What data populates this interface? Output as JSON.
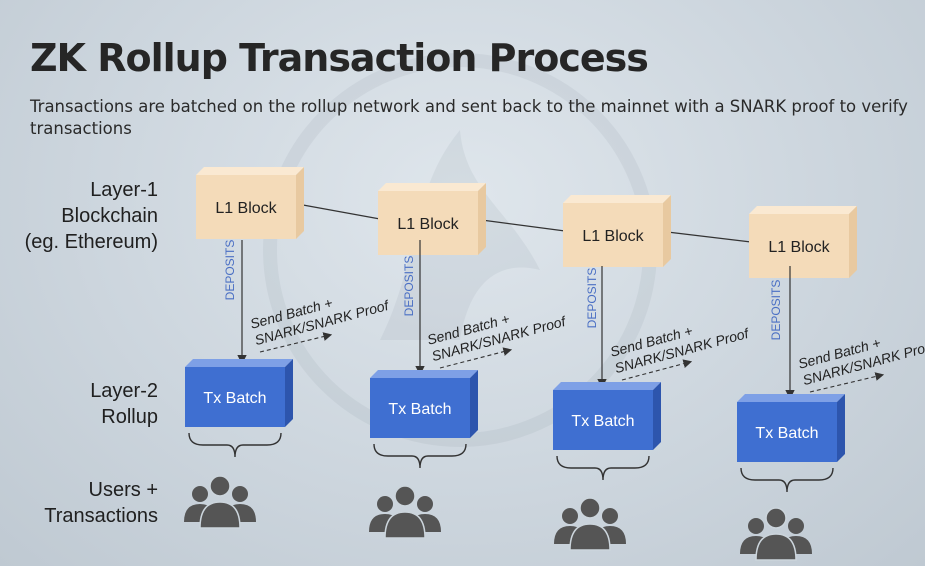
{
  "header": {
    "title": "ZK Rollup Transaction Process",
    "subtitle": "Transactions are batched on the rollup network and sent back to the mainnet with a SNARK proof to verify transactions"
  },
  "labels": {
    "layer1": [
      "Layer-1",
      "Blockchain",
      "(eg. Ethereum)"
    ],
    "layer2": [
      "Layer-2",
      "Rollup"
    ],
    "users": [
      "Users +",
      "Transactions"
    ]
  },
  "columns": [
    {
      "l1_block": "L1 Block",
      "deposits": "DEPOSITS",
      "send_line1": "Send Batch +",
      "send_line2": "SNARK/SNARK Proof",
      "tx_batch": "Tx Batch"
    },
    {
      "l1_block": "L1 Block",
      "deposits": "DEPOSITS",
      "send_line1": "Send Batch +",
      "send_line2": "SNARK/SNARK Proof",
      "tx_batch": "Tx Batch"
    },
    {
      "l1_block": "L1 Block",
      "deposits": "DEPOSITS",
      "send_line1": "Send Batch +",
      "send_line2": "SNARK/SNARK Proof",
      "tx_batch": "Tx Batch"
    },
    {
      "l1_block": "L1 Block",
      "deposits": "DEPOSITS",
      "send_line1": "Send Batch +",
      "send_line2": "SNARK/SNARK Proof",
      "tx_batch": "Tx Batch"
    }
  ],
  "colors": {
    "l1_front": "#f4dbb9",
    "l1_top": "#fae9d2",
    "l1_side": "#e8c9a0",
    "l2_front": "#3f6fd1",
    "l2_top": "#7ea0e6",
    "l2_side": "#2d55ad",
    "deposits_text": "#4a6fc4",
    "users": "#555555"
  }
}
